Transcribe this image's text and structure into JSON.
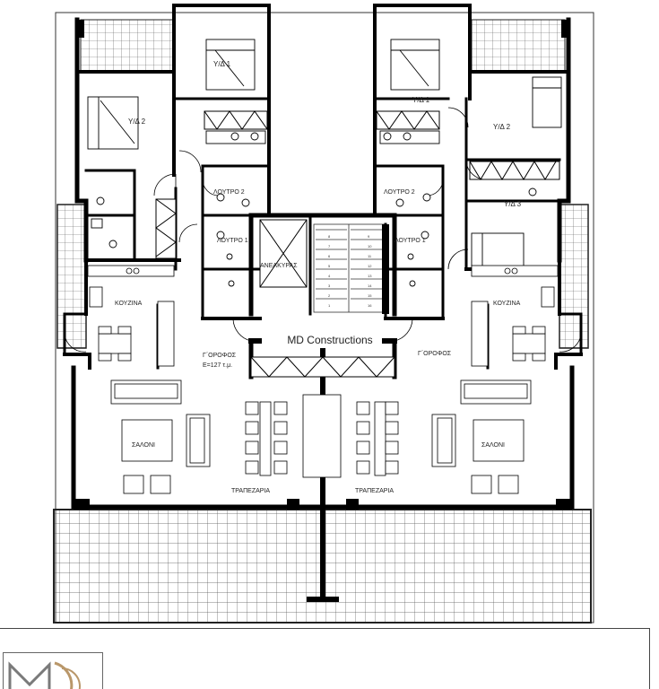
{
  "company": "MD Constructions",
  "floor_left": "Γ΄ΟΡΟΦΟΣ",
  "floor_right": "Γ΄ΟΡΟΦΟΣ",
  "area": "Ε=127 τ.μ.",
  "rooms": {
    "bed1_left": "Υ/Δ 1",
    "bed2_left": "Υ/Δ 2",
    "bath2_left": "ΛΟΥΤΡΟ 2",
    "bath1_left": "ΛΟΥΤΡΟ 1",
    "lift": "ΑΝΕΛΚΥΡΑΣ",
    "kitchen_left": "ΚΟΥΖΙΝΑ",
    "living_left": "ΣΑΛΟΝΙ",
    "dining_left": "ΤΡΑΠΕΖΑΡΙΑ",
    "bed1_right": "Υ/Δ 1",
    "bed2_right": "Υ/Δ 2",
    "bed3_right": "Υ/Δ 3",
    "bath2_right": "ΛΟΥΤΡΟ 2",
    "bath1_right": "ΛΟΥΤΡΟ 1",
    "kitchen_right": "ΚΟΥΖΙΝΑ",
    "living_right": "ΣΑΛΟΝΙ",
    "dining_right": "ΤΡΑΠΕΖΑΡΙΑ"
  },
  "stair_steps": [
    "1",
    "2",
    "3",
    "4",
    "5",
    "6",
    "7",
    "8",
    "9",
    "10",
    "11",
    "12",
    "13",
    "14",
    "15",
    "16"
  ]
}
